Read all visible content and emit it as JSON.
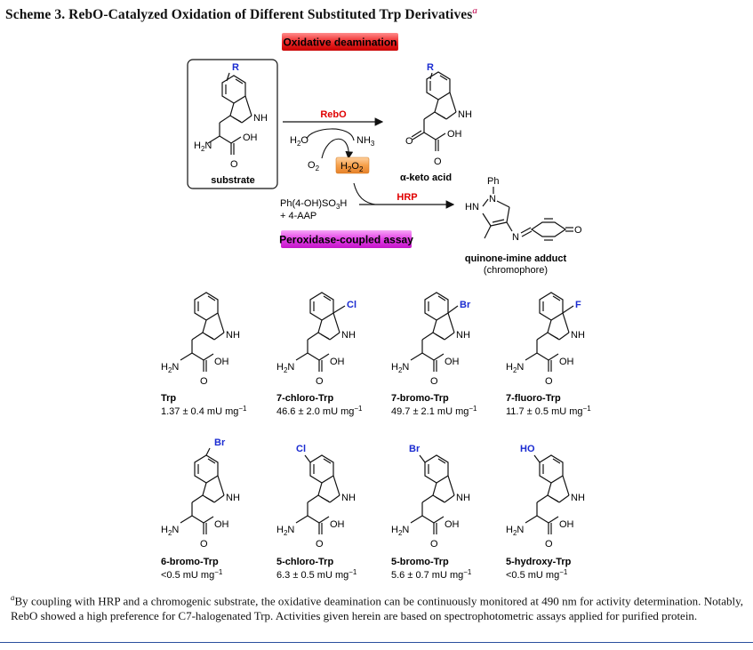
{
  "scheme": {
    "title": "Scheme 3. RebO-Catalyzed Oxidation of Different Substituted Trp Derivatives",
    "title_mark": "a",
    "badges": {
      "deamination": "Oxidative deamination",
      "assay": "Peroxidase-coupled assay"
    },
    "labels": {
      "substrate": "substrate",
      "keto_acid": "α-keto acid",
      "adduct": "quinone-imine adduct",
      "chromophore": "(chromophore)",
      "enzyme1": "RebO",
      "enzyme2": "HRP",
      "reagent1": "Ph(4-OH)SO",
      "reagent1_sub": "3",
      "reagent1_tail": "H",
      "reagent2": "+ 4-AAP",
      "R": "R",
      "Ph": "Ph"
    },
    "compounds": [
      {
        "name": "Trp",
        "activity": "1.37 ± 0.4 mU mg",
        "substituent": ""
      },
      {
        "name": "7-chloro-Trp",
        "activity": "46.6 ± 2.0 mU mg",
        "substituent": "Cl"
      },
      {
        "name": "7-bromo-Trp",
        "activity": "49.7 ± 2.1 mU mg",
        "substituent": "Br"
      },
      {
        "name": "7-fluoro-Trp",
        "activity": "11.7 ± 0.5 mU mg",
        "substituent": "F"
      },
      {
        "name": "6-bromo-Trp",
        "activity": "<0.5 mU mg",
        "substituent": "Br"
      },
      {
        "name": "5-chloro-Trp",
        "activity": "6.3 ± 0.5 mU mg",
        "substituent": "Cl"
      },
      {
        "name": "5-bromo-Trp",
        "activity": "5.6 ± 0.7 mU mg",
        "substituent": "Br"
      },
      {
        "name": "5-hydroxy-Trp",
        "activity": "<0.5 mU mg",
        "substituent": "HO"
      }
    ],
    "footnote": "By coupling with HRP and a chromogenic substrate, the oxidative deamination can be continuously monitored at 490 nm for activity determination. Notably, RebO showed a high preference for C7-halogenated Trp. Activities given herein are based on spectrophotometric assays applied for purified protein.",
    "colors": {
      "red_badge": "#ee2a2a",
      "magenta_badge": "#e33ee6",
      "orange_badge": "#f6a04a",
      "accent_red": "#e00000",
      "accent_blue": "#1a2bd1"
    }
  }
}
